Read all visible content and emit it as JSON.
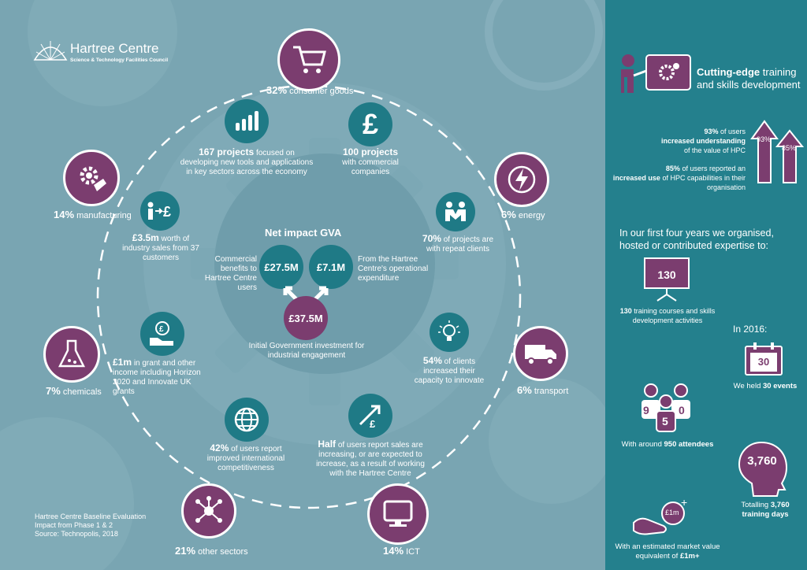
{
  "brand": {
    "name": "Hartree Centre",
    "sub": "Science & Technology Facilities Council"
  },
  "center": {
    "title": "Net impact GVA",
    "left_value": "£27.5M",
    "right_value": "£7.1M",
    "bottom_value": "£37.5M",
    "left_text": "Commercial benefits to Hartree Centre users",
    "right_text": "From the Hartree Centre's operational expenditure",
    "bottom_text": "Initial Government investment for industrial engagement"
  },
  "sectors": [
    {
      "pct": "32%",
      "label": "consumer goods",
      "icon": "cart-icon"
    },
    {
      "pct": "6%",
      "label": "energy",
      "icon": "lightning-icon"
    },
    {
      "pct": "6%",
      "label": "transport",
      "icon": "truck-icon"
    },
    {
      "pct": "14%",
      "label": "ICT",
      "icon": "computer-icon"
    },
    {
      "pct": "21%",
      "label": "other sectors",
      "icon": "network-icon"
    },
    {
      "pct": "7%",
      "label": "chemicals",
      "icon": "flask-icon"
    },
    {
      "pct": "14%",
      "label": "manufacturing",
      "icon": "gear-hand-icon"
    }
  ],
  "stats": [
    {
      "bold": "167 projects",
      "text": "focused on developing new tools and applications in key sectors across the economy",
      "icon": "bar-chart-icon"
    },
    {
      "bold": "100 projects",
      "text": "with commercial companies",
      "icon": "pound-icon"
    },
    {
      "bold": "70%",
      "text": "of projects are with repeat clients",
      "icon": "handshake-icon"
    },
    {
      "bold": "54%",
      "text": "of clients increased their capacity to innovate",
      "icon": "lightbulb-icon"
    },
    {
      "bold": "Half",
      "text": "of users report sales are increasing, or are expected to increase, as a result of working with the Hartree Centre",
      "icon": "growth-icon"
    },
    {
      "bold": "42%",
      "text": "of users report improved international competitiveness",
      "icon": "globe-icon"
    },
    {
      "bold": "£1m",
      "text": "in grant and other income including Horizon 2020 and Innovate UK grants",
      "icon": "money-hand-icon"
    },
    {
      "bold": "£3.5m",
      "text": "worth of industry sales from 37 customers",
      "icon": "person-pound-icon"
    }
  ],
  "source": {
    "line1": "Hartree Centre Baseline Evaluation",
    "line2": "Impact from Phase 1 & 2",
    "line3": "Source: Technopolis, 2018"
  },
  "right": {
    "heading_bold": "Cutting-edge",
    "heading_rest": "training and skills development",
    "s1_bold_pct": "93%",
    "s1_a": "of users",
    "s1_bold": "increased understanding",
    "s1_b": "of the value of HPC",
    "s2_bold_pct": "85%",
    "s2_a": "of users reported an",
    "s2_bold": "increased use",
    "s2_b": "of HPC capabilities in their organisation",
    "arrow1": "93%",
    "arrow2": "85%",
    "intro": "In our first four years we organised, hosted or contributed expertise to:",
    "board_value": "130",
    "courses_bold": "130",
    "courses_text": "training courses and skills development activities",
    "in2016": "In 2016:",
    "calendar_value": "30",
    "events_text": "We held",
    "events_bold": "30 events",
    "att_digits": [
      "9",
      "5",
      "0"
    ],
    "att_text": "With around",
    "att_bold": "950 attendees",
    "head_value": "3,760",
    "days_text": "Totalling",
    "days_bold": "3,760",
    "days_tail": "training days",
    "money_badge": "£1m",
    "money_plus": "+",
    "value_text": "With an estimated market value equivalent of",
    "value_bold": "£1m+"
  },
  "colors": {
    "purple": "#7b3d6f",
    "teal_dark": "#1f7a86",
    "panel": "#24808d",
    "bg": "#79a5b2"
  }
}
